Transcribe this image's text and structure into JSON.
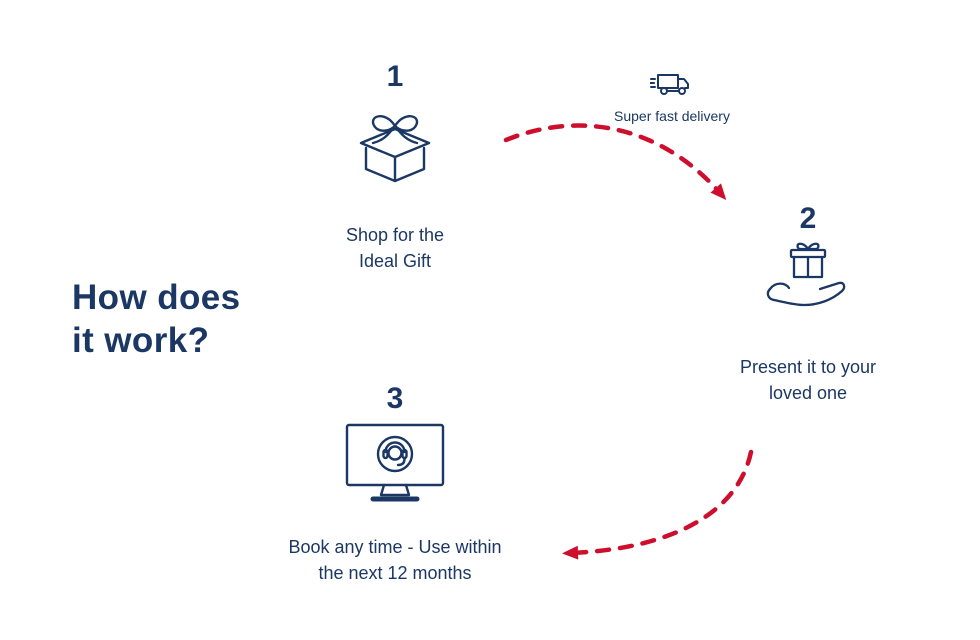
{
  "page": {
    "heading_line1": "How does",
    "heading_line2": "it work?"
  },
  "colors": {
    "navy": "#1b3764",
    "crimson": "#ce0e2d",
    "background": "#ffffff"
  },
  "steps": [
    {
      "number": "1",
      "icon": "gift-box-icon",
      "label_line1": "Shop for the",
      "label_line2": "Ideal Gift"
    },
    {
      "number": "2",
      "icon": "hand-holding-gift-icon",
      "label_line1": "Present it to your",
      "label_line2": "loved one"
    },
    {
      "number": "3",
      "icon": "support-monitor-icon",
      "label_line1": "Book any time - Use within",
      "label_line2": "the next 12 months"
    }
  ],
  "delivery": {
    "icon": "delivery-truck-icon",
    "label": "Super fast delivery"
  },
  "flow": {
    "arrows": [
      {
        "from": "step-1",
        "to": "step-2",
        "style": "dashed",
        "color": "#ce0e2d"
      },
      {
        "from": "step-2",
        "to": "step-3",
        "style": "dashed",
        "color": "#ce0e2d"
      }
    ]
  }
}
